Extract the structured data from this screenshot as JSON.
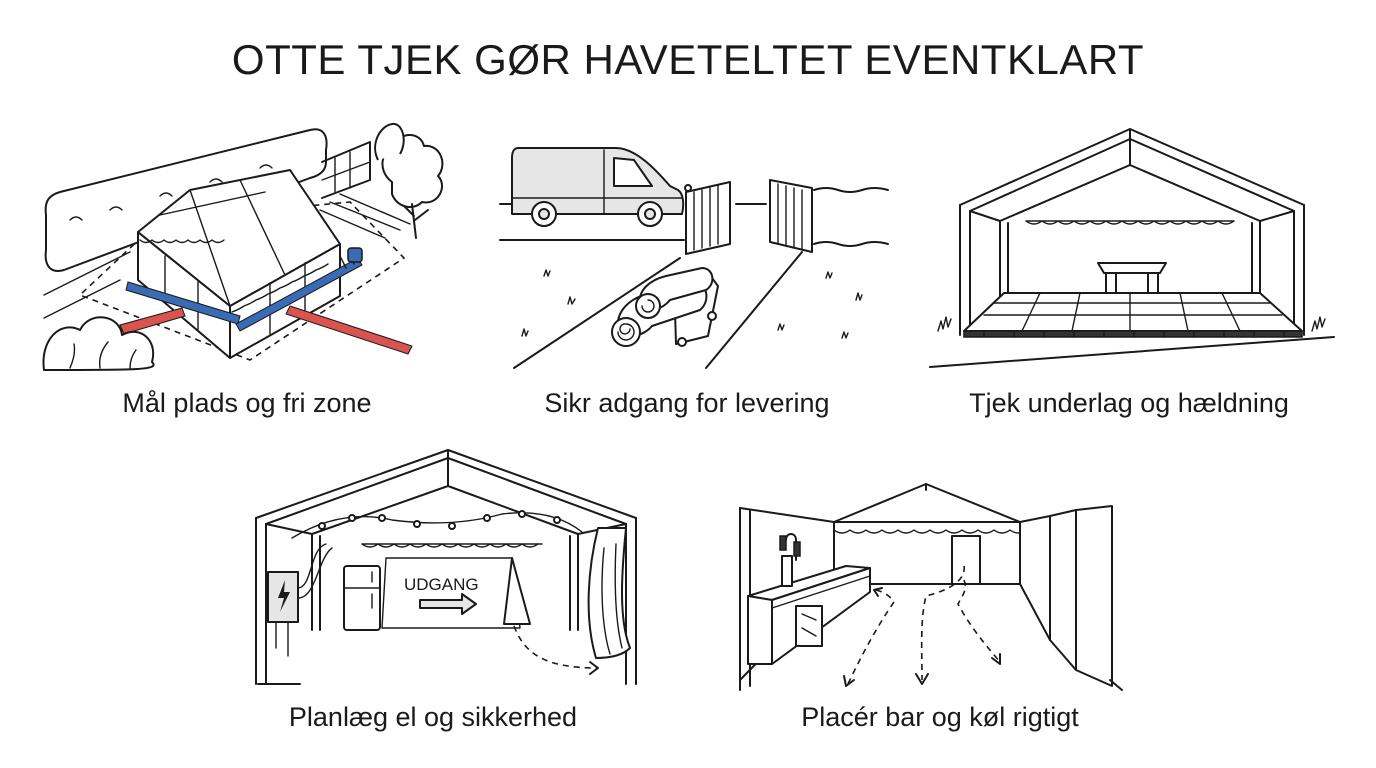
{
  "title": "OTTE TJEK GØR HAVETELTET EVENTKLART",
  "colors": {
    "tape_red": "#d9534f",
    "tape_blue": "#3a6bb5",
    "ink": "#1a1a1a"
  },
  "panels": [
    {
      "id": "space",
      "caption": "Mål plads og fri zone",
      "icon": "tent-measuring-tape-icon"
    },
    {
      "id": "access",
      "caption": "Sikr adgang for levering",
      "icon": "van-gate-icon"
    },
    {
      "id": "ground",
      "caption": "Tjek underlag og hældning",
      "icon": "tent-floor-icon"
    },
    {
      "id": "power",
      "caption": "Planlæg el og sikkerhed",
      "icon": "tent-electric-exit-icon",
      "sign": "UDGANG"
    },
    {
      "id": "bar",
      "caption": "Placér bar og køl rigtigt",
      "icon": "tent-bar-icon"
    }
  ]
}
